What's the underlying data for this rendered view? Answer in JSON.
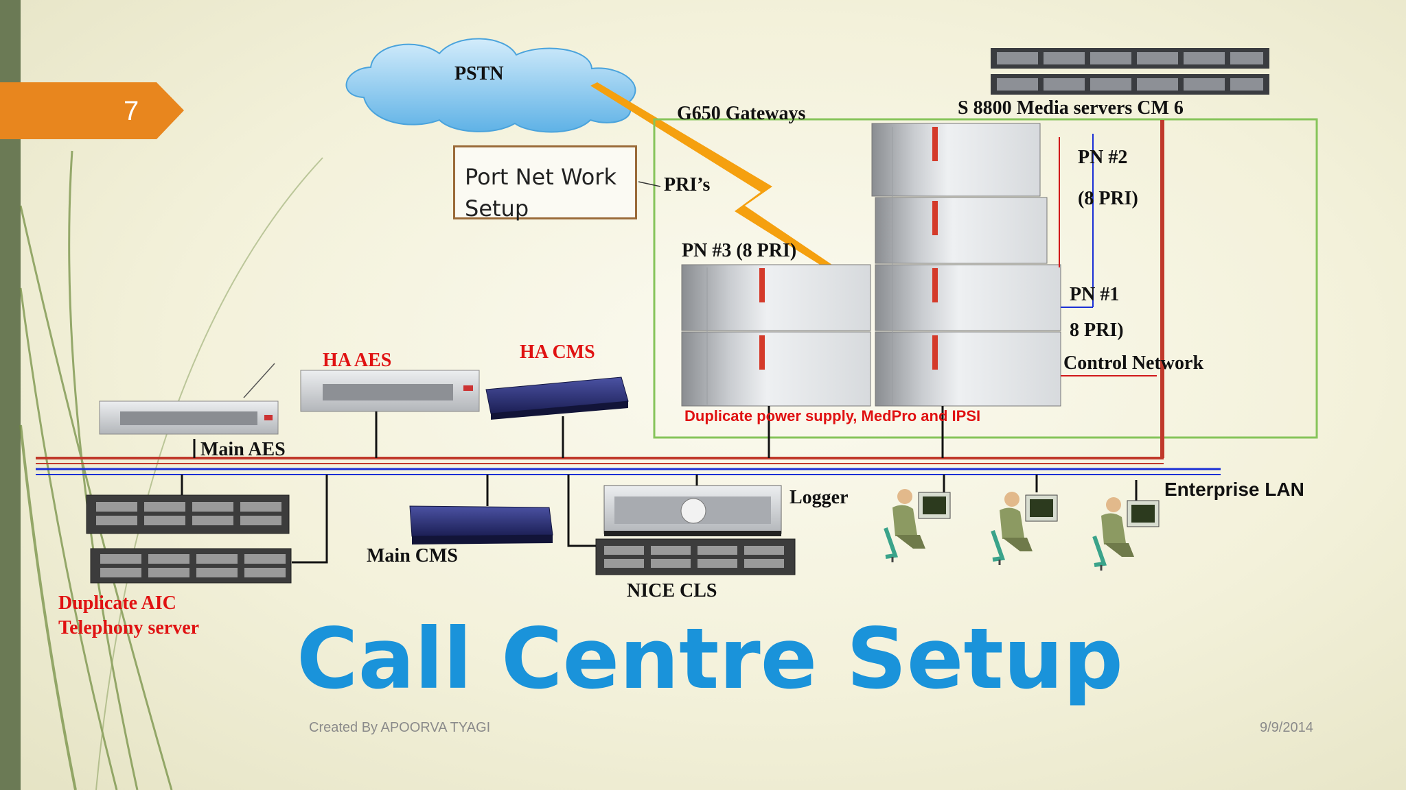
{
  "slide": {
    "number": "7",
    "title": "Call Centre Setup",
    "footer_author": "Created By APOORVA TYAGI",
    "footer_date": "9/9/2014"
  },
  "colors": {
    "title": "#1a93da",
    "accent_tab": "#e8861e",
    "red_label": "#e01212",
    "lan_blue": "#1a2fd6",
    "lan_red": "#c0392b",
    "green_frame": "#86c45a",
    "lightning": "#f5a00f",
    "left_bar": "#6b7a55"
  },
  "labels": {
    "pstn": "PSTN",
    "g650": "G650 Gateways",
    "media_servers": "S 8800 Media servers CM 6",
    "port_network_line1": "Port Net Work",
    "port_network_line2": "Setup",
    "pris": "PRI’s",
    "pn2": "PN #2",
    "pn2_pri": "(8 PRI)",
    "pn3": "PN #3 (8 PRI)",
    "pn1": "PN #1",
    "pn1_pri": "8 PRI)",
    "control_network": "Control Network",
    "ha_aes": "HA AES",
    "ha_cms": "HA CMS",
    "main_aes": "Main AES",
    "duplicate_power": "Duplicate power supply, MedPro and IPSI",
    "enterprise_lan": "Enterprise LAN",
    "logger": "Logger",
    "main_cms": "Main CMS",
    "nice_cls": "NICE CLS",
    "duplicate_aic_line1": "Duplicate AIC",
    "duplicate_aic_line2": "Telephony server"
  }
}
